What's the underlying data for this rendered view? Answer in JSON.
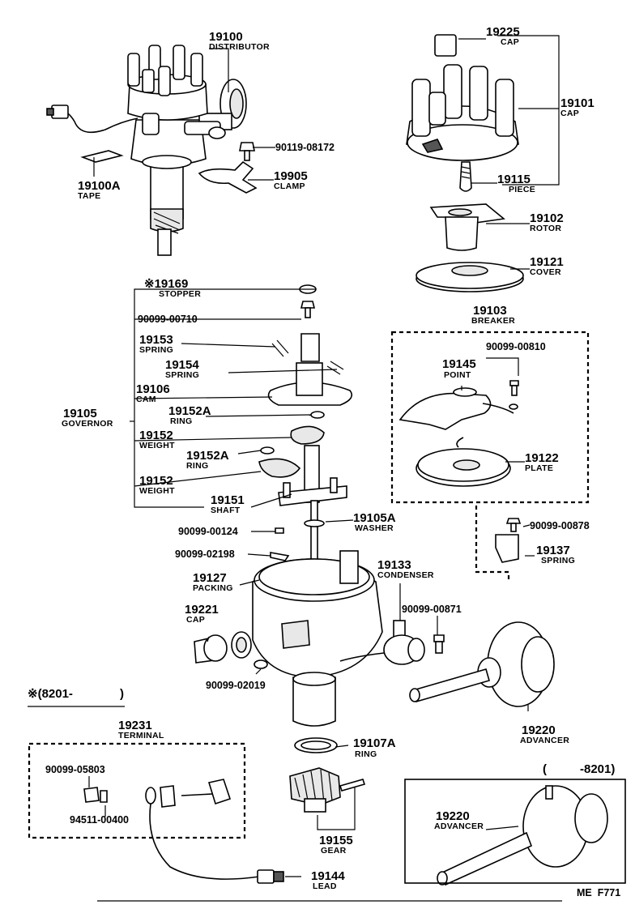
{
  "parts": {
    "distributor": {
      "number": "19100",
      "name": "DISTRIBUTOR"
    },
    "tape": {
      "number": "19100A",
      "name": "TAPE"
    },
    "bolt_08172": {
      "number": "90119-08172"
    },
    "clamp": {
      "number": "19905",
      "name": "CLAMP"
    },
    "cap_top": {
      "number": "19225",
      "name": "CAP"
    },
    "cap_main": {
      "number": "19101",
      "name": "CAP"
    },
    "piece": {
      "number": "19115",
      "name": "PIECE"
    },
    "rotor": {
      "number": "19102",
      "name": "ROTOR"
    },
    "cover": {
      "number": "19121",
      "name": "COVER"
    },
    "stopper": {
      "number": "※19169",
      "name": "STOPPER"
    },
    "screw_00710": {
      "number": "90099-00710"
    },
    "spring_153": {
      "number": "19153",
      "name": "SPRING"
    },
    "spring_154": {
      "number": "19154",
      "name": "SPRING"
    },
    "cam": {
      "number": "19106",
      "name": "CAM"
    },
    "governor": {
      "number": "19105",
      "name": "GOVERNOR"
    },
    "ring_152a_1": {
      "number": "19152A",
      "name": "RING"
    },
    "weight_1": {
      "number": "19152",
      "name": "WEIGHT"
    },
    "ring_152a_2": {
      "number": "19152A",
      "name": "RING"
    },
    "weight_2": {
      "number": "19152",
      "name": "WEIGHT"
    },
    "shaft": {
      "number": "19151",
      "name": "SHAFT"
    },
    "breaker": {
      "number": "19103",
      "name": "BREAKER"
    },
    "screw_00810": {
      "number": "90099-00810"
    },
    "point": {
      "number": "19145",
      "name": "POINT"
    },
    "plate": {
      "number": "19122",
      "name": "PLATE"
    },
    "washer": {
      "number": "19105A",
      "name": "WASHER"
    },
    "screw_00124": {
      "number": "90099-00124"
    },
    "screw_00878": {
      "number": "90099-00878"
    },
    "spring_137": {
      "number": "19137",
      "name": "SPRING"
    },
    "clip_02198": {
      "number": "90099-02198"
    },
    "condenser": {
      "number": "19133",
      "name": "CONDENSER"
    },
    "packing": {
      "number": "19127",
      "name": "PACKING"
    },
    "cap_side": {
      "number": "19221",
      "name": "CAP"
    },
    "screw_00871": {
      "number": "90099-00871"
    },
    "washer_02019": {
      "number": "90099-02019"
    },
    "advancer": {
      "number": "19220",
      "name": "ADVANCER"
    },
    "terminal": {
      "number": "19231",
      "name": "TERMINAL"
    },
    "nut_05803": {
      "number": "90099-05803"
    },
    "washer_00400": {
      "number": "94511-00400"
    },
    "ring_107a": {
      "number": "19107A",
      "name": "RING"
    },
    "gear": {
      "number": "19155",
      "name": "GEAR"
    },
    "lead": {
      "number": "19144",
      "name": "LEAD"
    },
    "advancer_inset": {
      "number": "19220",
      "name": "ADVANCER"
    }
  },
  "notes": {
    "date_from": "※(8201-",
    "date_from_close": ")",
    "date_to": "(",
    "date_to_code": "-8201)",
    "figure_code": "ME  F771"
  }
}
